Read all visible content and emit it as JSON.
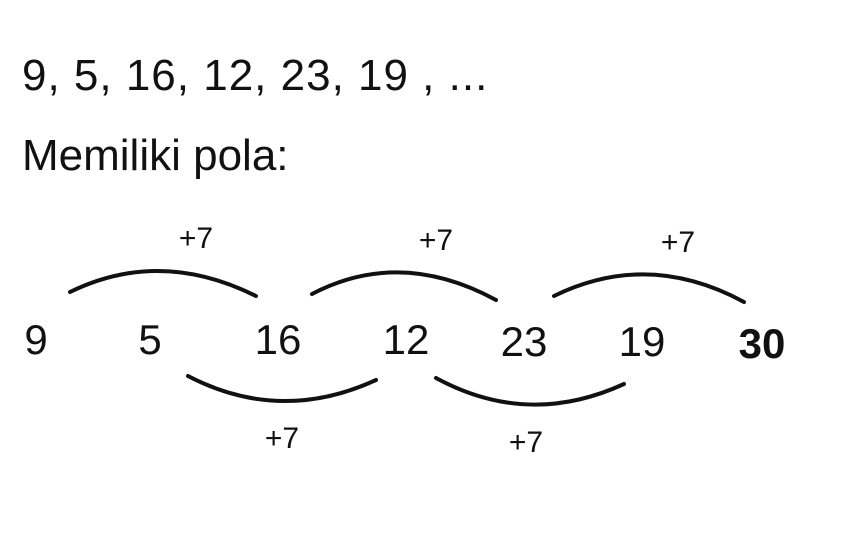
{
  "sequence_text": "9, 5, 16, 12, 23, 19 , ...",
  "pattern_label": "Memiliki pola:",
  "diagram": {
    "terms": [
      "9",
      "5",
      "16",
      "12",
      "23",
      "19",
      "30"
    ],
    "top_steps": [
      "+7",
      "+7",
      "+7"
    ],
    "bottom_steps": [
      "+7",
      "+7"
    ]
  }
}
